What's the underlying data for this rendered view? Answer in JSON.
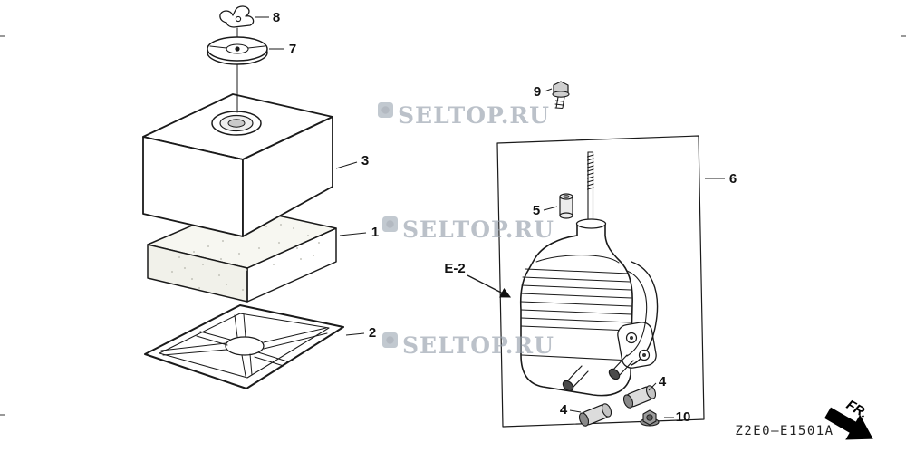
{
  "page": {
    "ink_color": "#1a1a1a",
    "background": "#ffffff"
  },
  "watermark": {
    "text": "SELTOP.RU",
    "color": "#97a1ad"
  },
  "labels": {
    "p1": "1",
    "p2": "2",
    "p3": "3",
    "p4": "4",
    "p5": "5",
    "p6": "6",
    "p7": "7",
    "p8": "8",
    "p9": "9",
    "p10": "10"
  },
  "annotations": {
    "section_ref": "E-2",
    "diagram_code": "Z2E0—E1501A",
    "direction_label": "FR."
  }
}
